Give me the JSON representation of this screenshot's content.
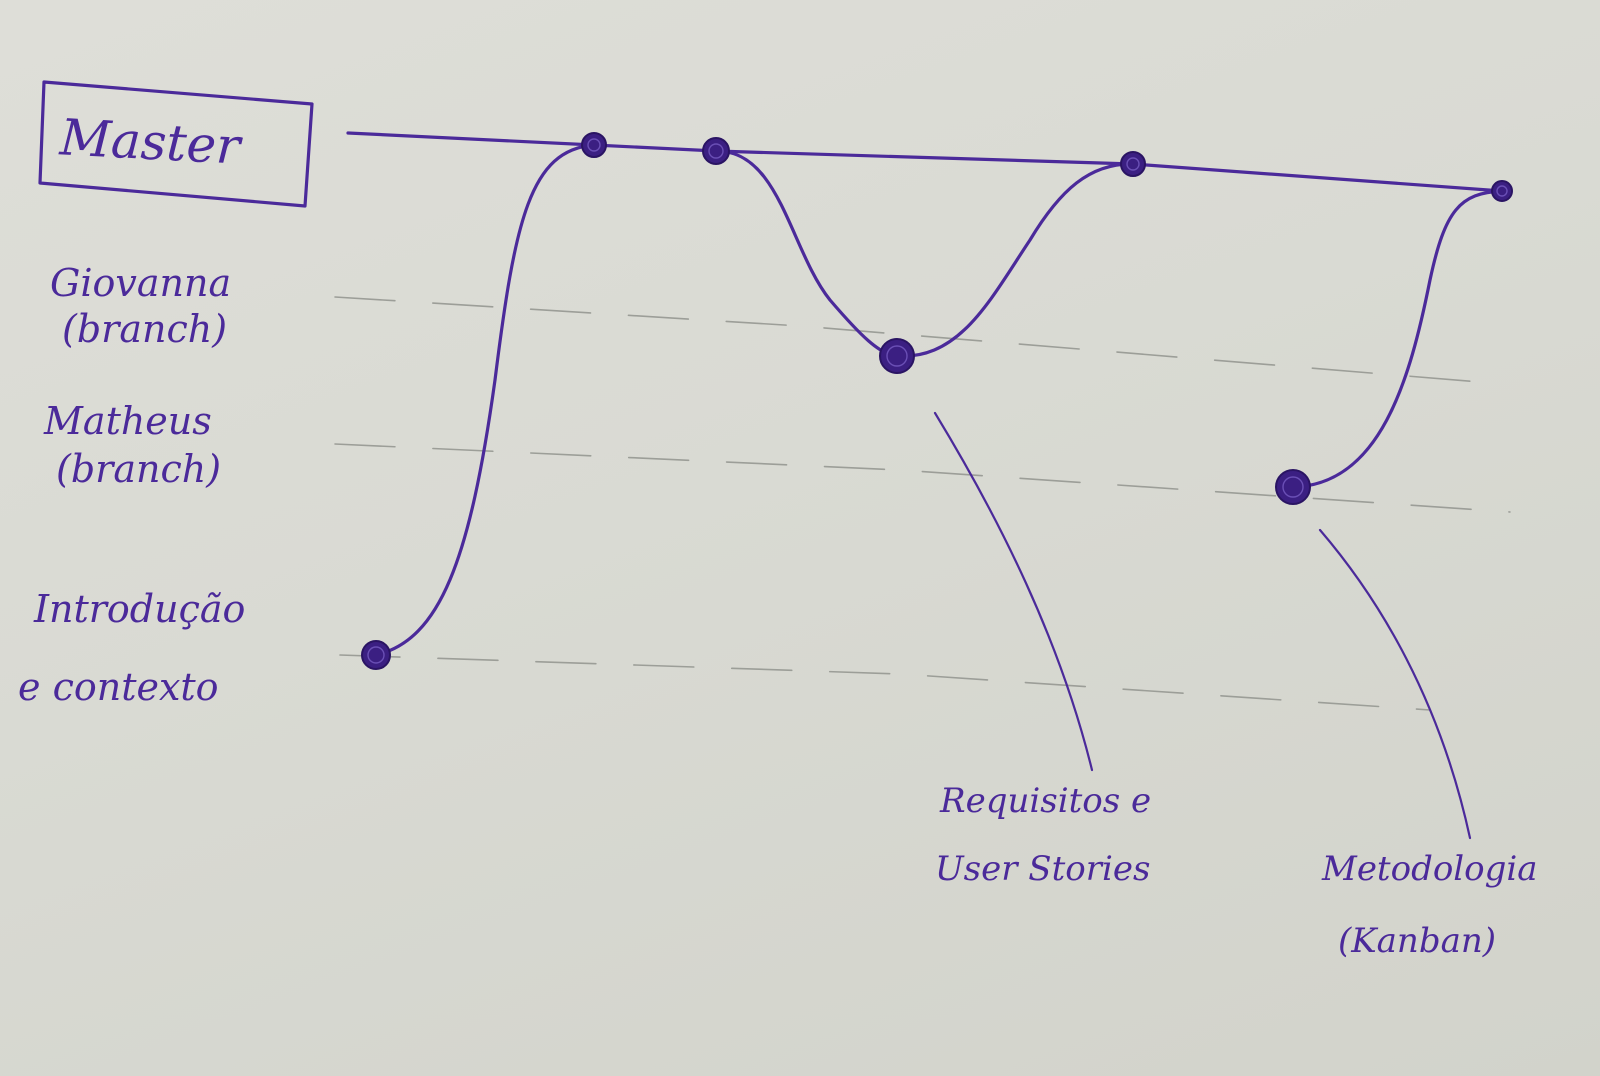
{
  "diagram": {
    "master_label": "Master",
    "branches": [
      {
        "line1": "Giovanna",
        "line2": "(branch)"
      },
      {
        "line1": "Matheus",
        "line2": "(branch)"
      }
    ],
    "intro_label": {
      "line1": "Introdução",
      "line2": "e contexto"
    },
    "annotations": [
      {
        "line1": "Requisitos e",
        "line2": "User Stories"
      },
      {
        "line1": "Metodologia",
        "line2": "(Kanban)"
      }
    ],
    "colors": {
      "ink": "#4b2a9a",
      "paper": "#dcdcd5",
      "guide": "#9c9e98"
    }
  }
}
